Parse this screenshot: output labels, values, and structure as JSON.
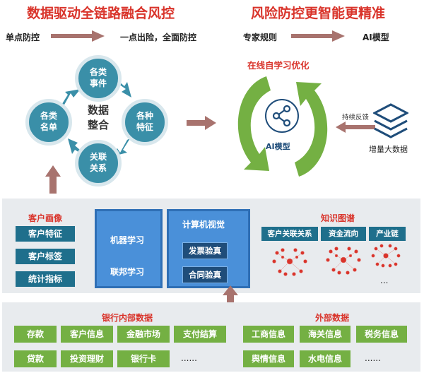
{
  "left_header": {
    "title": "数据驱动全链路融合风控",
    "from": "单点防控",
    "to": "一点出险，全面防控"
  },
  "right_header": {
    "title": "风险防控更智能更精准",
    "from": "专家规则",
    "to": "AI模型"
  },
  "cycle": {
    "center": [
      "数据",
      "整合"
    ],
    "nodes": [
      {
        "lines": [
          "各类",
          "事件"
        ]
      },
      {
        "lines": [
          "各种",
          "特征"
        ]
      },
      {
        "lines": [
          "关联",
          "关系"
        ]
      },
      {
        "lines": [
          "各类",
          "名单"
        ]
      }
    ]
  },
  "ai_cycle": {
    "label": "在线自学习优化",
    "model_label": "AI模型",
    "feedback_label": "持续反馈",
    "data_label": "增量大数据"
  },
  "customer_profile": {
    "title": "客户画像",
    "items": [
      "客户特征",
      "客户标签",
      "统计指标"
    ]
  },
  "ml_block": {
    "items": [
      "机器学习",
      "联邦学习"
    ]
  },
  "cv_block": {
    "title": "计算机视觉",
    "items": [
      "发票验真",
      "合同验真"
    ]
  },
  "knowledge_graph": {
    "title": "知识图谱",
    "headers": [
      "客户关联关系",
      "资金流向",
      "产业链"
    ],
    "more": "..."
  },
  "internal_data": {
    "title": "银行内部数据",
    "row1": [
      "存款",
      "客户信息",
      "金融市场",
      "支付结算"
    ],
    "row2": [
      "贷款",
      "投资理财",
      "银行卡",
      "......"
    ]
  },
  "external_data": {
    "title": "外部数据",
    "row1": [
      "工商信息",
      "海关信息",
      "税务信息"
    ],
    "row2": [
      "舆情信息",
      "水电信息",
      "......"
    ]
  },
  "colors": {
    "title_red": "#d9342b",
    "teal": "#1f6f8c",
    "green": "#74b043",
    "blue": "#4a90d9"
  }
}
